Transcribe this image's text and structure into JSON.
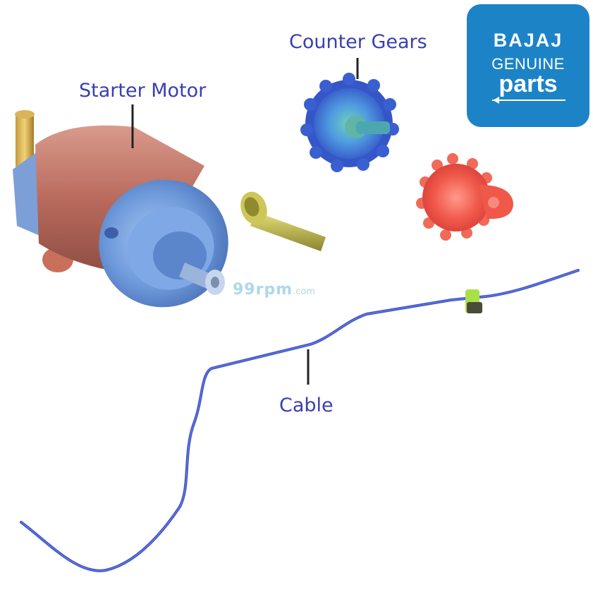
{
  "labels": {
    "starter_motor": "Starter Motor",
    "counter_gears": "Counter Gears",
    "cable": "Cable"
  },
  "watermark": {
    "main": "99rpm",
    "suffix": ".com"
  },
  "brand": {
    "line1": "BAJAJ",
    "line2": "GENUINE",
    "line3": "parts"
  },
  "colors": {
    "label": "#3a3fb0",
    "leader_line": "#222222",
    "brand_bg": "#1c83c7",
    "cable": "#3d52c6",
    "motor_body": "#b86a5c",
    "motor_endcap": "#6f9bdc",
    "gear_blue": "#4f7fe0",
    "gear_red": "#f0584a",
    "bolt": "#b9b34a",
    "clip": "#a8e04a"
  }
}
